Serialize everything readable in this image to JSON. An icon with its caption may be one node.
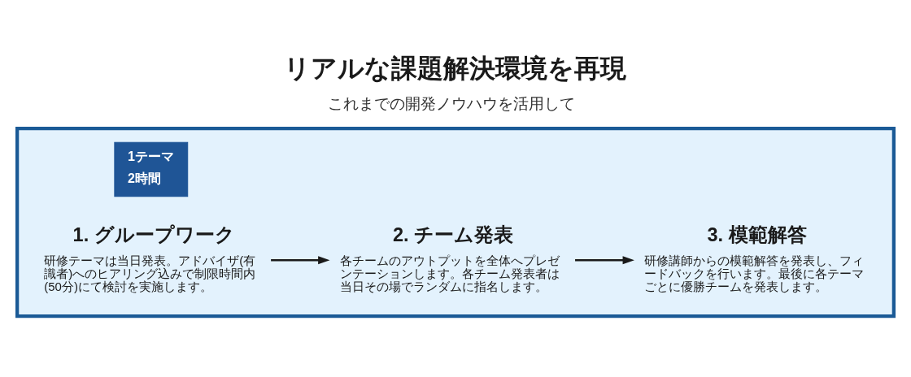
{
  "diagram": {
    "title": "リアルな課題解決環境を再現",
    "nodes": [
      {
        "text": [],
        "shape": "box"
      },
      {
        "text": [
          "1テーマ",
          "2時間"
        ],
        "in": 0
      },
      {
        "text": [
          "1. グループワーク",
          "研修テーマは当日発表。アドバイザ(有識者)へのヒアリング込みで制限時間内(50分)にて検討を実施します。"
        ],
        "in": 0
      },
      {
        "text": [
          "2. チーム発表",
          "各チームのアウトプットを全体へプレゼンテーションします。各チーム発表者は当日その場でランダムに指名します。"
        ],
        "in": 0
      },
      {
        "text": [
          "3. 模範解答",
          "研修講師からの模範解答を発表し、フィードバックを行います。最後に各テーマごとに優勝チームを発表します。"
        ],
        "in": 0
      }
    ],
    "edges": [
      {
        "from": 2,
        "to": 3,
        "arrow": "to"
      },
      {
        "from": 3,
        "to": 4,
        "arrow": "to"
      }
    ],
    "labels": [
      "これまでの開発ノウハウを活用して"
    ]
  }
}
